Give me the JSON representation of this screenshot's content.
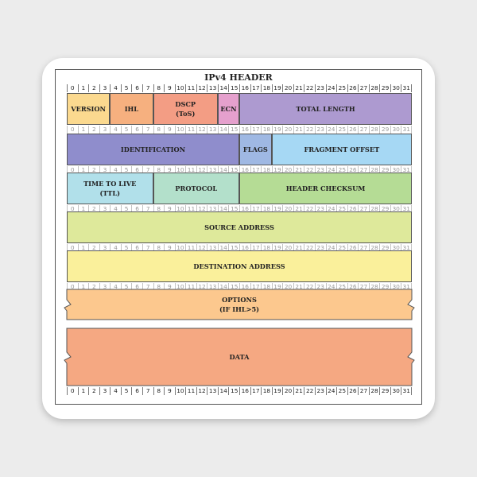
{
  "title": "IPv4 HEADER",
  "bits": [
    "0",
    "1",
    "2",
    "3",
    "4",
    "5",
    "6",
    "7",
    "8",
    "9",
    "10",
    "11",
    "12",
    "13",
    "14",
    "15",
    "16",
    "17",
    "18",
    "19",
    "20",
    "21",
    "22",
    "23",
    "24",
    "25",
    "26",
    "27",
    "28",
    "29",
    "30",
    "31"
  ],
  "rows": [
    [
      {
        "name": "field-version",
        "label": "VERSION",
        "start": 0,
        "end": 3,
        "color": "#fbd98f"
      },
      {
        "name": "field-ihl",
        "label": "IHL",
        "start": 4,
        "end": 7,
        "color": "#f6b07f"
      },
      {
        "name": "field-dscp",
        "label": "DSCP\n(ToS)",
        "start": 8,
        "end": 13,
        "color": "#f39d84"
      },
      {
        "name": "field-ecn",
        "label": "ECN",
        "start": 14,
        "end": 15,
        "color": "#e5a0cd"
      },
      {
        "name": "field-total-length",
        "label": "TOTAL LENGTH",
        "start": 16,
        "end": 31,
        "color": "#ad9ad0"
      }
    ],
    [
      {
        "name": "field-identification",
        "label": "IDENTIFICATION",
        "start": 0,
        "end": 15,
        "color": "#8f8dcc"
      },
      {
        "name": "field-flags",
        "label": "FLAGS",
        "start": 16,
        "end": 18,
        "color": "#9fb8e3"
      },
      {
        "name": "field-fragment-offset",
        "label": "FRAGMENT OFFSET",
        "start": 19,
        "end": 31,
        "color": "#a6d8f4"
      }
    ],
    [
      {
        "name": "field-ttl",
        "label": "TIME TO LIVE\n(TTL)",
        "start": 0,
        "end": 7,
        "color": "#b1e0ea"
      },
      {
        "name": "field-protocol",
        "label": "PROTOCOL",
        "start": 8,
        "end": 15,
        "color": "#b3e0cb"
      },
      {
        "name": "field-header-checksum",
        "label": "HEADER CHECKSUM",
        "start": 16,
        "end": 31,
        "color": "#b5dc95"
      }
    ],
    [
      {
        "name": "field-source-address",
        "label": "SOURCE ADDRESS",
        "start": 0,
        "end": 31,
        "color": "#dee99b"
      }
    ],
    [
      {
        "name": "field-destination-address",
        "label": "DESTINATION ADDRESS",
        "start": 0,
        "end": 31,
        "color": "#faf09b"
      }
    ]
  ],
  "options": {
    "label": "OPTIONS\n(IF IHL>5)",
    "color": "#fcc88e"
  },
  "data_block": {
    "label": "DATA",
    "color": "#f5a882"
  }
}
